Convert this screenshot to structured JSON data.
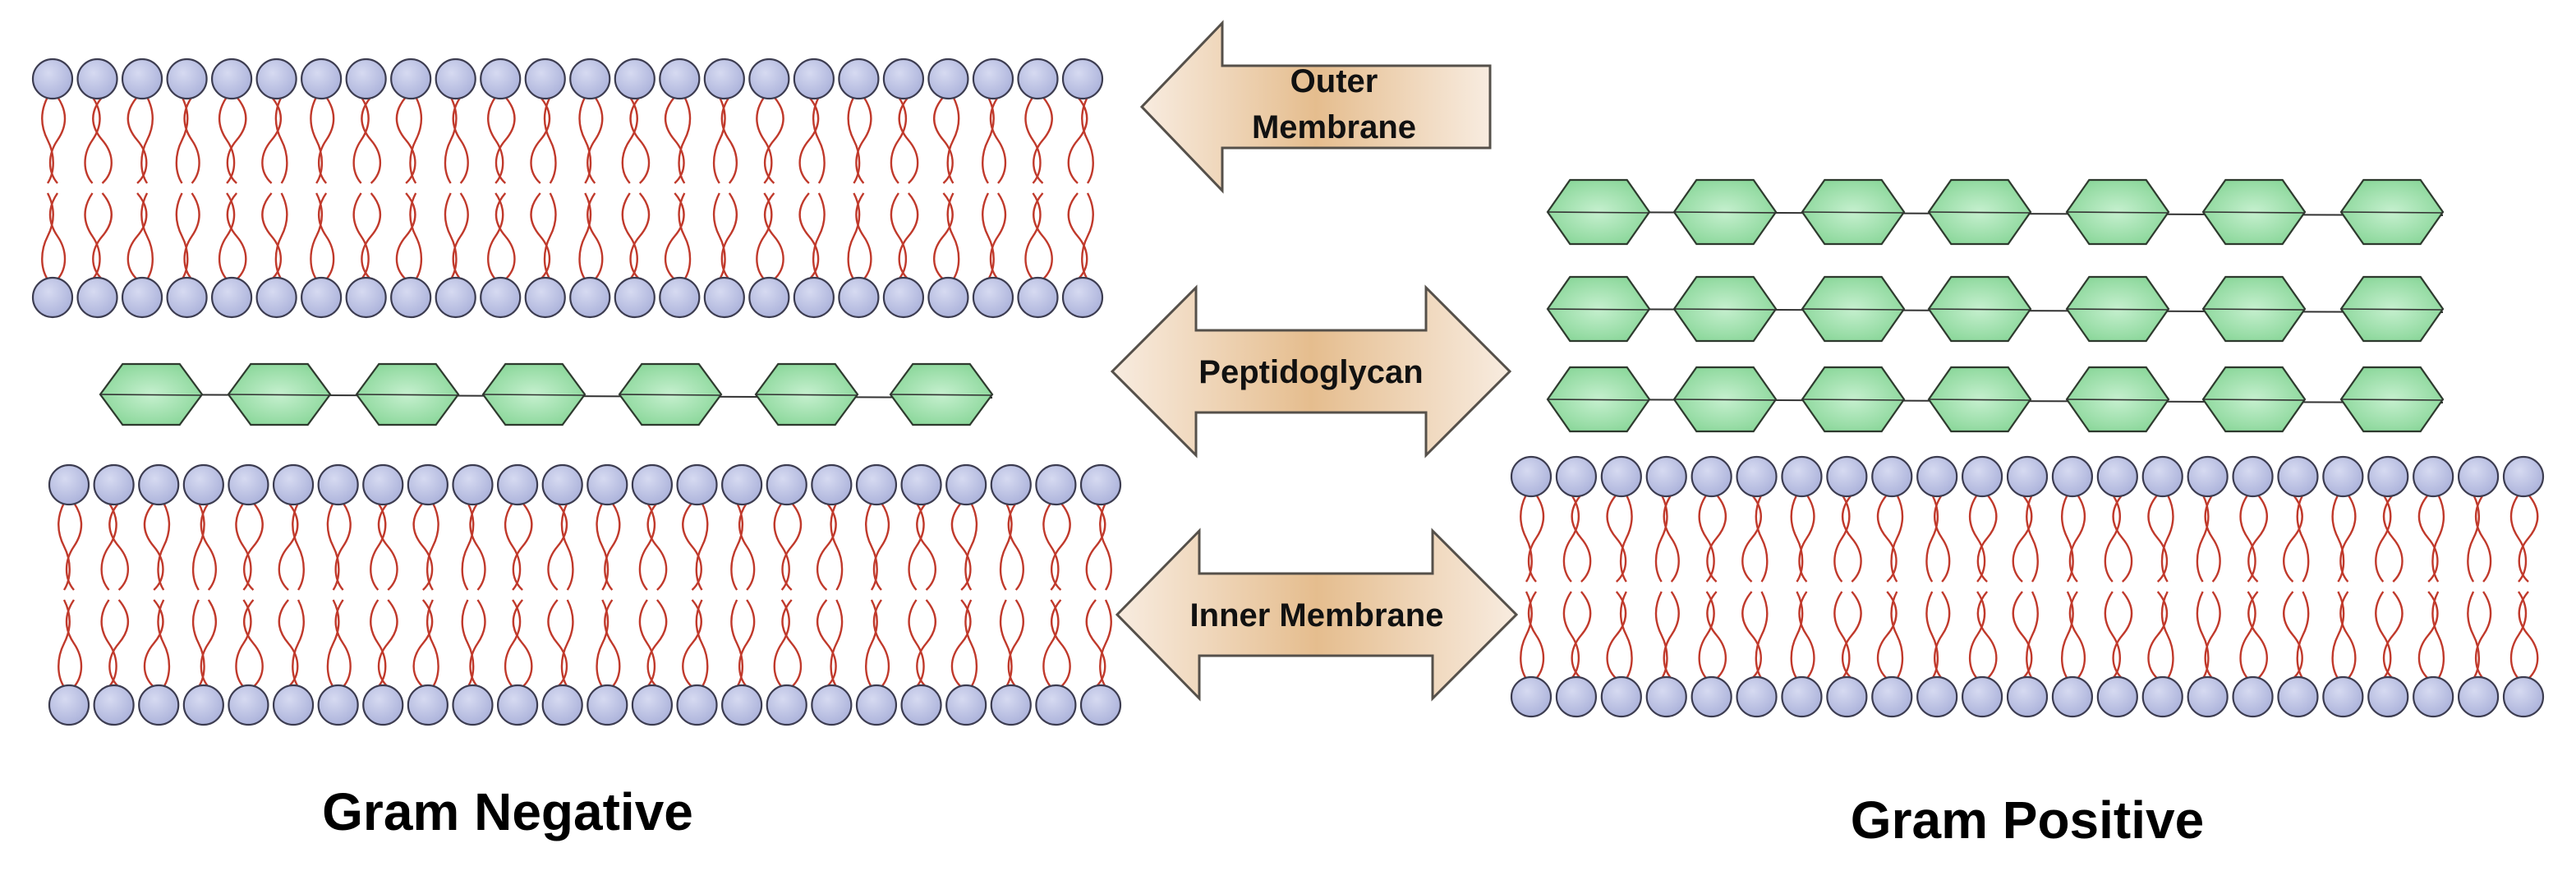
{
  "labels": {
    "outer_membrane_line1": "Outer",
    "outer_membrane_line2": "Membrane",
    "peptidoglycan": "Peptidoglycan",
    "inner_membrane": "Inner Membrane",
    "gram_negative": "Gram Negative",
    "gram_positive": "Gram Positive"
  },
  "colors": {
    "lipid_head_fill": "#aeb4dc",
    "lipid_head_stroke": "#3c3c50",
    "lipid_tail": "#c0392b",
    "sugar_fill": "#8fdc9e",
    "sugar_stroke": "#2e3a2e",
    "arrow_fill": "#ecc9a0",
    "arrow_stroke": "#55504a"
  },
  "structure": {
    "gram_negative": {
      "outer_membrane_heads_per_row": 24,
      "peptidoglycan_layers": 1,
      "sugars_per_layer": 7,
      "inner_membrane_heads_per_row": 24
    },
    "gram_positive": {
      "peptidoglycan_layers": 3,
      "sugars_per_layer": 7,
      "membrane_heads_per_row": 23
    }
  },
  "icons": {
    "outer_membrane_arrow": "left-arrow-icon",
    "peptidoglycan_arrow": "double-arrow-icon",
    "inner_membrane_arrow": "double-arrow-icon"
  }
}
